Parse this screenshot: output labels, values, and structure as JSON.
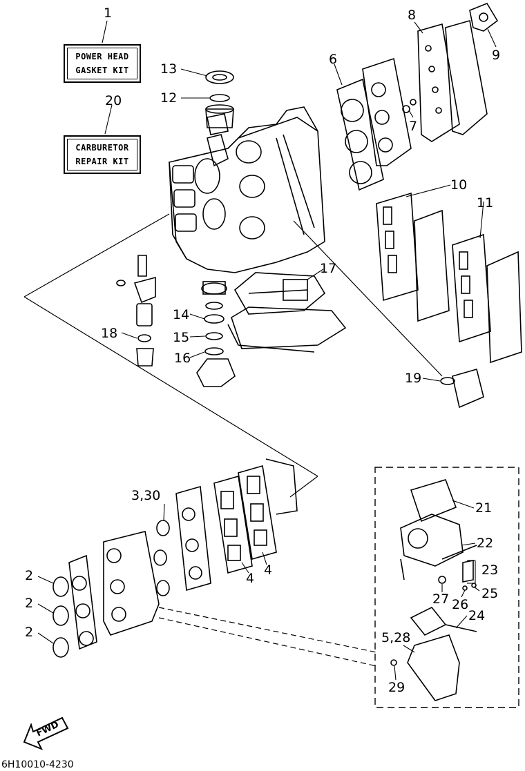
{
  "kits": {
    "power_head": {
      "callout": "1",
      "line1": "POWER HEAD",
      "line2": "GASKET KIT"
    },
    "carburetor": {
      "callout": "20",
      "line1": "CARBURETOR",
      "line2": "REPAIR KIT"
    }
  },
  "callouts": [
    "2",
    "2",
    "2",
    "3,30",
    "4",
    "4",
    "5,28",
    "6",
    "7",
    "8",
    "9",
    "10",
    "11",
    "12",
    "13",
    "14",
    "15",
    "16",
    "17",
    "18",
    "19",
    "21",
    "22",
    "23",
    "24",
    "25",
    "26",
    "27",
    "29"
  ],
  "fwd_label": "FWD",
  "part_code": "6H10010-4230"
}
